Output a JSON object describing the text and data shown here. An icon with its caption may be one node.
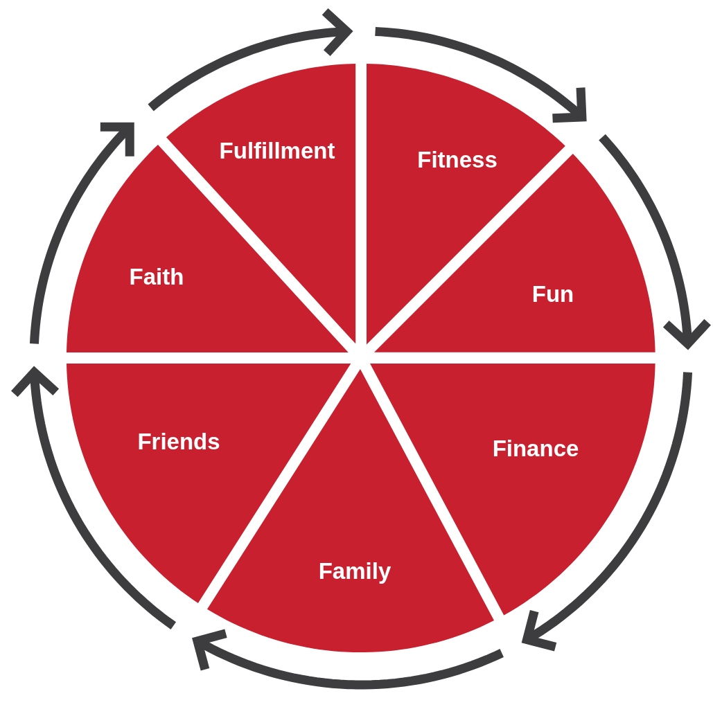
{
  "diagram": {
    "nodes": [
      {
        "text": [
          "Fulfillment"
        ]
      },
      {
        "text": [
          "Fitness"
        ]
      },
      {
        "text": [
          "Faith"
        ]
      },
      {
        "text": [
          "Fun"
        ]
      },
      {
        "text": [
          "Friends"
        ]
      },
      {
        "text": [
          "Finance"
        ]
      },
      {
        "text": [
          "Family"
        ]
      }
    ]
  }
}
